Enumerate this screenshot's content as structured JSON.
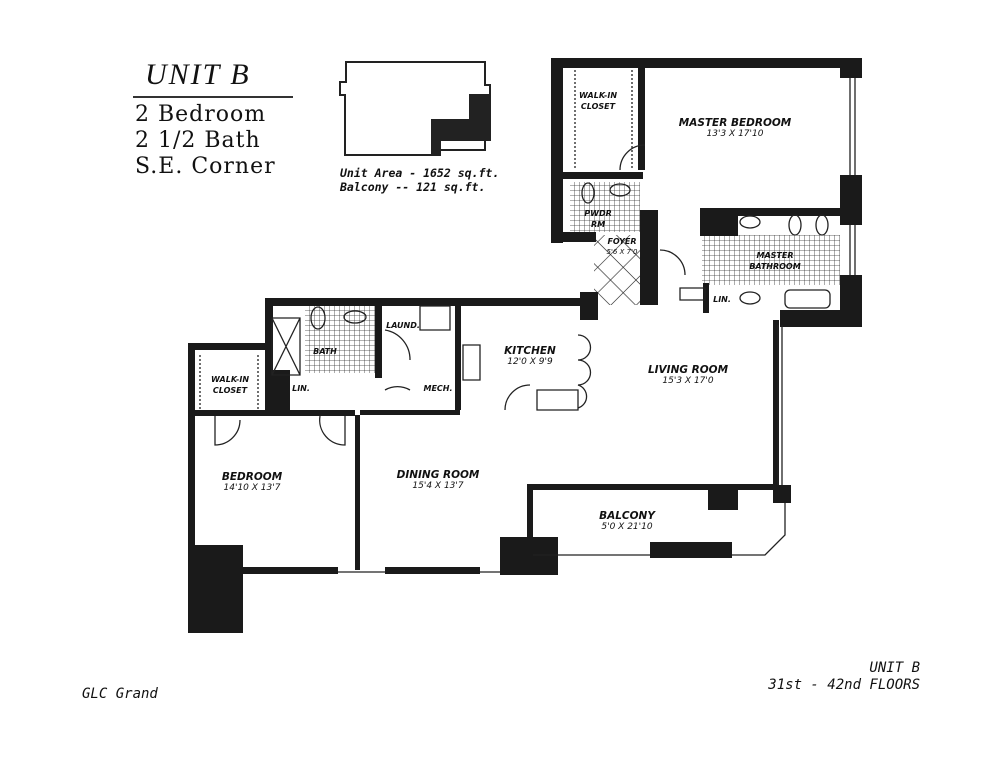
{
  "header": {
    "unit_title": "UNIT B",
    "bedrooms": "2 Bedroom",
    "baths": "2 1/2 Bath",
    "corner": "S.E. Corner",
    "unit_area": "Unit Area - 1652 sq.ft.",
    "balcony_area": "Balcony -- 121 sq.ft."
  },
  "rooms": {
    "master_closet": "WALK-IN CLOSET",
    "master_bedroom": {
      "name": "MASTER BEDROOM",
      "dims": "13'3 X 17'10"
    },
    "powder_room": "PWDR RM",
    "foyer": {
      "name": "FOYER",
      "dims": "5'6 X 7'0"
    },
    "master_bathroom": "MASTER BATHROOM",
    "master_linen": "LIN.",
    "bath": "BATH",
    "laundry": "LAUND.",
    "kitchen": {
      "name": "KITCHEN",
      "dims": "12'0 X 9'9"
    },
    "mech": "MECH.",
    "living_room": {
      "name": "LIVING ROOM",
      "dims": "15'3 X 17'0"
    },
    "closet": "WALK-IN CLOSET",
    "linen": "LIN.",
    "bedroom": {
      "name": "BEDROOM",
      "dims": "14'10 X 13'7"
    },
    "dining_room": {
      "name": "DINING ROOM",
      "dims": "15'4 X 13'7"
    },
    "balcony": {
      "name": "BALCONY",
      "dims": "5'0 X 21'10"
    }
  },
  "footer": {
    "building": "GLC Grand",
    "unit": "UNIT B",
    "floors": "31st - 42nd FLOORS"
  }
}
